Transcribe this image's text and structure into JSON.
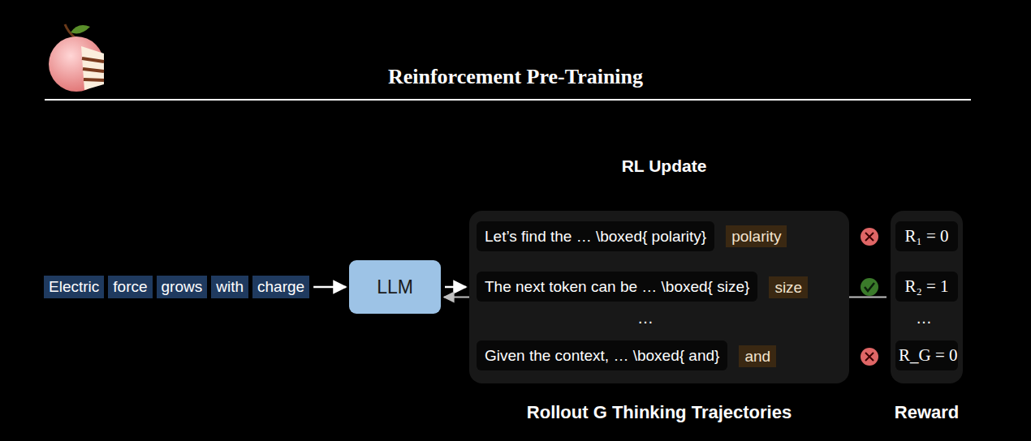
{
  "diagram": {
    "title": "Reinforcement Pre-Training",
    "nodes": [
      {
        "text": [
          "Electric"
        ]
      },
      {
        "text": [
          "force"
        ]
      },
      {
        "text": [
          "grows"
        ]
      },
      {
        "text": [
          "with"
        ]
      },
      {
        "text": [
          "charge"
        ]
      },
      {
        "text": [
          "LLM"
        ]
      },
      {
        "text": [
          "Rollout G Thinking Trajectories"
        ]
      },
      {
        "text": [
          "Let’s find the … \\boxed{ polarity}"
        ],
        "in": 6
      },
      {
        "text": [
          "polarity"
        ],
        "in": 6
      },
      {
        "text": [
          "The next token can be … \\boxed{ size}"
        ],
        "in": 6
      },
      {
        "text": [
          "size"
        ],
        "in": 6
      },
      {
        "text": [
          "Given the context, … \\boxed{ and}"
        ],
        "in": 6
      },
      {
        "text": [
          "and"
        ],
        "in": 6
      },
      {
        "text": [
          "Reward"
        ]
      },
      {
        "text": [
          "R₁ = 0"
        ],
        "in": 13
      },
      {
        "text": [
          "R₂ = 1"
        ],
        "in": 13
      },
      {
        "text": [
          "R_G = 0"
        ],
        "in": 13
      }
    ],
    "edges": [
      {
        "from": 4,
        "to": 5,
        "arrow": "to"
      },
      {
        "from": 5,
        "to": 6,
        "arrow": "to"
      },
      {
        "from": 13,
        "to": 5,
        "label": "RL Update",
        "arrow": "to"
      }
    ],
    "labels": [
      "…",
      "…"
    ]
  }
}
